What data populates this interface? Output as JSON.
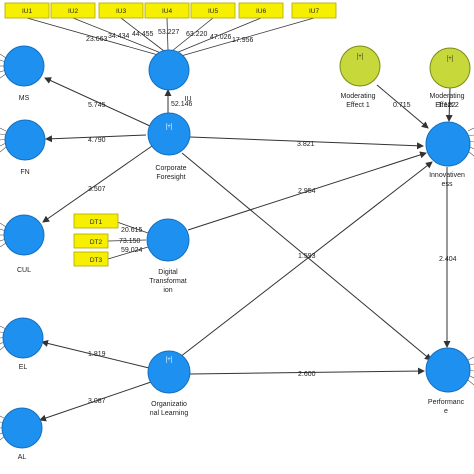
{
  "colors": {
    "construct": "#1e90f0",
    "construct_stroke": "#1470c0",
    "moderator": "#c6d83a",
    "moderator_stroke": "#7e8a18",
    "indicator": "#f6f000",
    "indicator_stroke": "#b0a800",
    "edge": "#333333"
  },
  "constructs": {
    "ms": {
      "label": "MS"
    },
    "fn": {
      "label": "FN"
    },
    "cul": {
      "label": "CUL"
    },
    "el": {
      "label": "EL"
    },
    "al": {
      "label": "AL"
    },
    "iu": {
      "label": "IU"
    },
    "corporate_foresight": {
      "label_1": "Corporate",
      "label_2": "Foresight",
      "mark": "[+]"
    },
    "digital_transformation": {
      "label_1": "Digital",
      "label_2": "Transformat",
      "label_3": "ion"
    },
    "organizational_learning": {
      "label_1": "Organizatio",
      "label_2": "nal Learning",
      "mark": "[+]"
    },
    "innovativeness": {
      "label_1": "Innovativen",
      "label_2": "ess"
    },
    "performance": {
      "label_1": "Performanc",
      "label_2": "e"
    },
    "moderating_effect_1": {
      "label_1": "Moderating",
      "label_2": "Effect 1",
      "mark": "[+]"
    },
    "moderating_effect_2": {
      "label_1": "Moderating",
      "label_2": "Effect 2",
      "mark": "[+]"
    }
  },
  "iu_indicators": [
    "IU1",
    "IU2",
    "IU3",
    "IU4",
    "IU5",
    "IU6",
    "IU7"
  ],
  "iu_loadings": [
    "23.663",
    "34.434",
    "44.455",
    "53.227",
    "63.220",
    "47.026",
    "17.956"
  ],
  "dt_indicators": [
    "DT1",
    "DT2",
    "DT3"
  ],
  "dt_loadings": [
    "20.615",
    "73.150",
    "59.024"
  ],
  "paths": {
    "cf_ms": "5.745",
    "cf_fn": "4.790",
    "cf_cul": "3.507",
    "cf_iu": "52.146",
    "cf_innov": "3.821",
    "cf_perf": "1.593",
    "dt_innov": "2.954",
    "ol_el": "1.819",
    "ol_al": "3.087",
    "ol_perf": "2.600",
    "innov_perf": "2.404",
    "mod1_innov": "0.715",
    "mod2_innov": "1.122"
  }
}
